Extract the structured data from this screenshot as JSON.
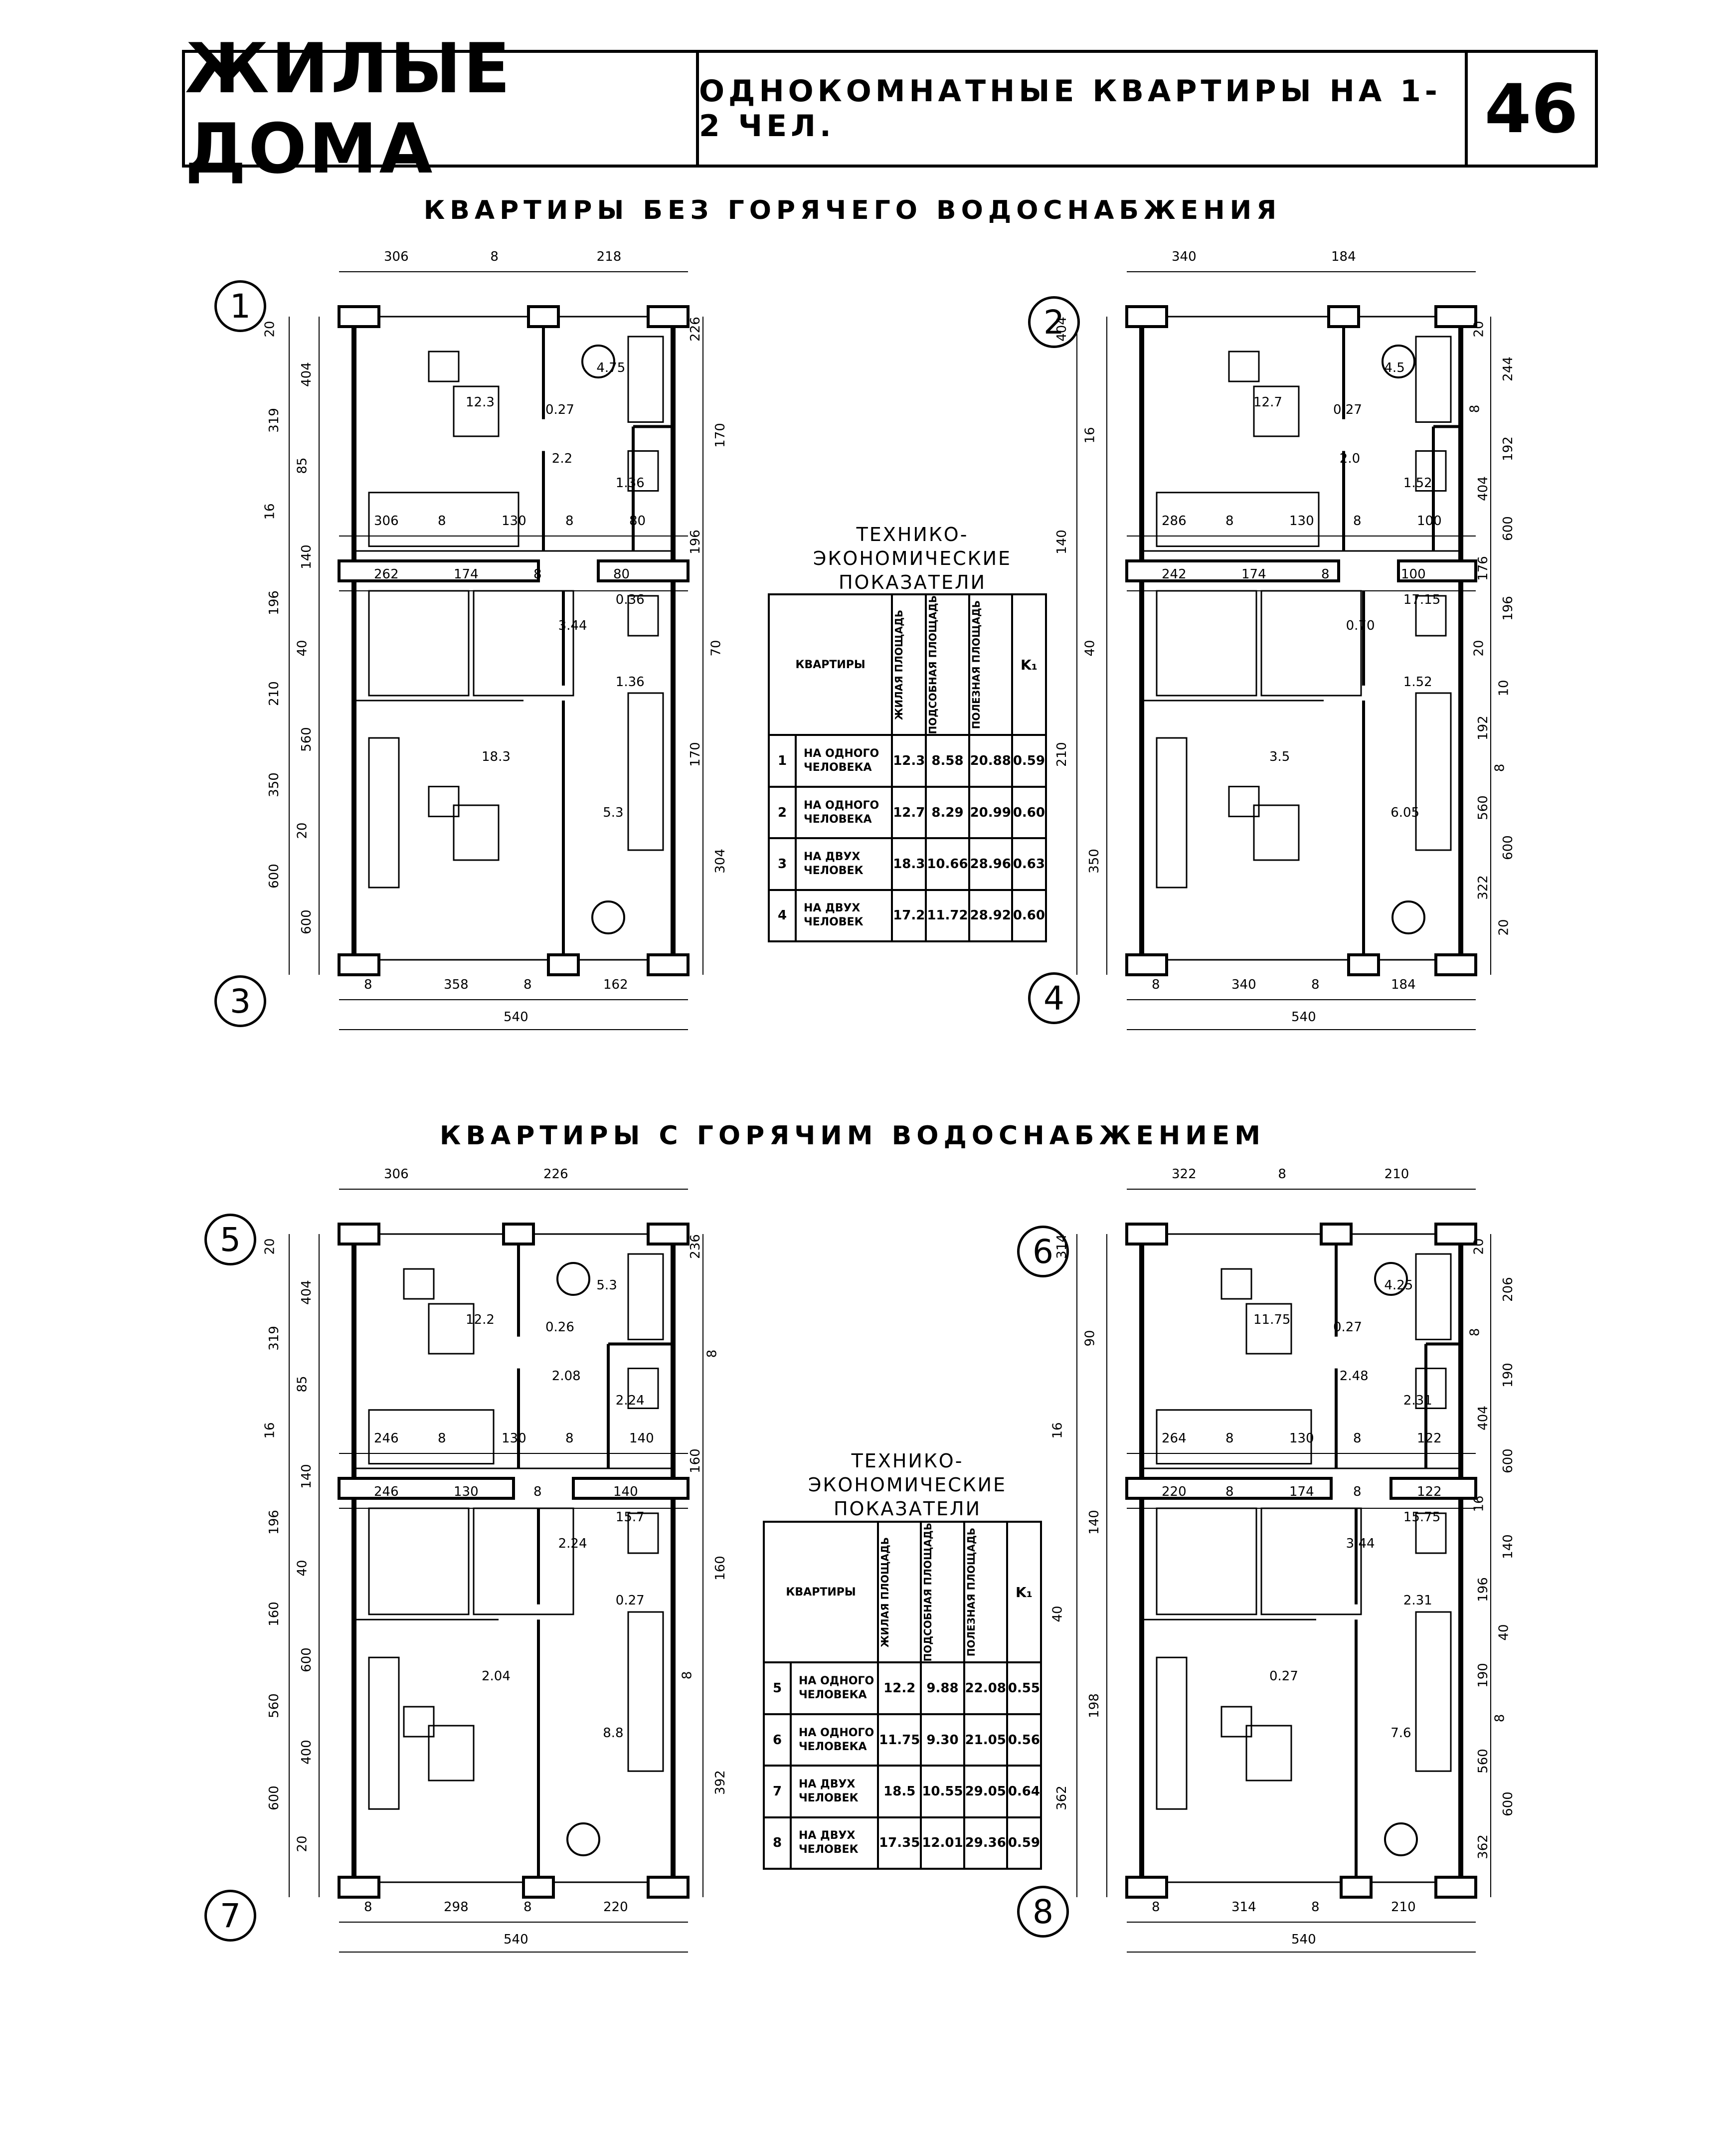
{
  "header": {
    "title": "ЖИЛЫЕ ДОМА",
    "subtitle": "ОДНОКОМНАТНЫЕ КВАРТИРЫ НА 1-2 ЧЕЛ.",
    "page_number": "46"
  },
  "sections": [
    {
      "title": "КВАРТИРЫ БЕЗ ГОРЯЧЕГО ВОДОСНАБЖЕНИЯ"
    },
    {
      "title": "КВАРТИРЫ С ГОРЯЧИМ ВОДОСНАБЖЕНИЕМ"
    }
  ],
  "indicator_tables": [
    {
      "heading_line1": "ТЕХНИКО-ЭКОНОМИЧЕСКИЕ",
      "heading_line2": "ПОКАЗАТЕЛИ",
      "columns": [
        "КВАРТИРЫ",
        "ЖИЛАЯ ПЛОЩАДЬ",
        "ПОДСОБНАЯ ПЛОЩАДЬ",
        "ПОЛЕЗНАЯ ПЛОЩАДЬ",
        "K₁"
      ],
      "rows": [
        {
          "num": "1",
          "occupancy_l1": "НА ОДНОГО",
          "occupancy_l2": "ЧЕЛОВЕКА",
          "living": "12.3",
          "auxiliary": "8.58",
          "useful": "20.88",
          "k1": "0.59"
        },
        {
          "num": "2",
          "occupancy_l1": "НА ОДНОГО",
          "occupancy_l2": "ЧЕЛОВЕКА",
          "living": "12.7",
          "auxiliary": "8.29",
          "useful": "20.99",
          "k1": "0.60"
        },
        {
          "num": "3",
          "occupancy_l1": "НА ДВУХ",
          "occupancy_l2": "ЧЕЛОВЕК",
          "living": "18.3",
          "auxiliary": "10.66",
          "useful": "28.96",
          "k1": "0.63"
        },
        {
          "num": "4",
          "occupancy_l1": "НА ДВУХ",
          "occupancy_l2": "ЧЕЛОВЕК",
          "living": "17.2",
          "auxiliary": "11.72",
          "useful": "28.92",
          "k1": "0.60"
        }
      ]
    },
    {
      "heading_line1": "ТЕХНИКО-ЭКОНОМИЧЕСКИЕ",
      "heading_line2": "ПОКАЗАТЕЛИ",
      "columns": [
        "КВАРТИРЫ",
        "ЖИЛАЯ ПЛОЩАДЬ",
        "ПОДСОБНАЯ ПЛОЩАДЬ",
        "ПОЛЕЗНАЯ ПЛОЩАДЬ",
        "K₁"
      ],
      "rows": [
        {
          "num": "5",
          "occupancy_l1": "НА ОДНОГО",
          "occupancy_l2": "ЧЕЛОВЕКА",
          "living": "12.2",
          "auxiliary": "9.88",
          "useful": "22.08",
          "k1": "0.55"
        },
        {
          "num": "6",
          "occupancy_l1": "НА ОДНОГО",
          "occupancy_l2": "ЧЕЛОВЕКА",
          "living": "11.75",
          "auxiliary": "9.30",
          "useful": "21.05",
          "k1": "0.56"
        },
        {
          "num": "7",
          "occupancy_l1": "НА ДВУХ",
          "occupancy_l2": "ЧЕЛОВЕК",
          "living": "18.5",
          "auxiliary": "10.55",
          "useful": "29.05",
          "k1": "0.64"
        },
        {
          "num": "8",
          "occupancy_l1": "НА ДВУХ",
          "occupancy_l2": "ЧЕЛОВЕК",
          "living": "17.35",
          "auxiliary": "12.01",
          "useful": "29.36",
          "k1": "0.59"
        }
      ]
    }
  ],
  "plan_badges": [
    "1",
    "2",
    "3",
    "4",
    "5",
    "6",
    "7",
    "8"
  ],
  "plan_dimensions": {
    "p1_top": [
      "306",
      "8",
      "218"
    ],
    "p1_mid": [
      "306",
      "8",
      "130",
      "8",
      "80"
    ],
    "p1_mid2": [
      "262",
      "174",
      "8",
      "80"
    ],
    "p1_bottom": [
      "8",
      "358",
      "8",
      "162"
    ],
    "p1_total": "540",
    "p1_left": [
      "20",
      "404",
      "319",
      "85",
      "16",
      "140",
      "196",
      "40",
      "210",
      "560",
      "350",
      "20",
      "600",
      "600"
    ],
    "p1_right": [
      "226",
      "170",
      "196",
      "70",
      "170",
      "304"
    ],
    "p1_rooms": [
      "12.3",
      "4.75",
      "0.27",
      "2.2",
      "1.36",
      "18.3",
      "3.44",
      "1.36",
      "0.36",
      "5.3"
    ],
    "p2_top": [
      "340",
      "184"
    ],
    "p2_mid": [
      "286",
      "8",
      "130",
      "8",
      "100"
    ],
    "p2_mid2": [
      "242",
      "174",
      "8",
      "100"
    ],
    "p2_bottom": [
      "8",
      "340",
      "8",
      "184"
    ],
    "p2_total": "540",
    "p2_left": [
      "404",
      "16",
      "140",
      "40",
      "210",
      "350"
    ],
    "p2_right": [
      "20",
      "244",
      "8",
      "192",
      "404",
      "600",
      "176",
      "196",
      "20",
      "10",
      "192",
      "8",
      "560",
      "600",
      "322",
      "20"
    ],
    "p2_rooms": [
      "12.7",
      "4.5",
      "0.27",
      "2.0",
      "1.52",
      "3.5",
      "0.70",
      "1.52",
      "17.15",
      "6.05"
    ],
    "p3_top": [
      "306",
      "226"
    ],
    "p3_mid": [
      "246",
      "8",
      "130",
      "8",
      "140"
    ],
    "p3_mid2": [
      "246",
      "130",
      "8",
      "140"
    ],
    "p3_bottom": [
      "8",
      "298",
      "8",
      "220"
    ],
    "p3_total": "540",
    "p3_left": [
      "20",
      "404",
      "319",
      "85",
      "16",
      "140",
      "196",
      "40",
      "160",
      "600",
      "560",
      "400",
      "600",
      "20"
    ],
    "p3_right": [
      "236",
      "8",
      "160",
      "160",
      "8",
      "392"
    ],
    "p3_rooms": [
      "12.2",
      "5.3",
      "0.26",
      "2.08",
      "2.24",
      "2.04",
      "2.24",
      "0.27",
      "15.7",
      "8.8"
    ],
    "p4_top": [
      "322",
      "8",
      "210"
    ],
    "p4_mid": [
      "264",
      "8",
      "130",
      "8",
      "122"
    ],
    "p4_mid2": [
      "220",
      "8",
      "174",
      "8",
      "122"
    ],
    "p4_bottom": [
      "8",
      "314",
      "8",
      "210"
    ],
    "p4_total": "540",
    "p4_left": [
      "314",
      "90",
      "16",
      "140",
      "40",
      "198",
      "362"
    ],
    "p4_right": [
      "20",
      "206",
      "8",
      "190",
      "404",
      "600",
      "16",
      "140",
      "196",
      "40",
      "190",
      "8",
      "560",
      "600",
      "362"
    ],
    "p4_rooms": [
      "11.75",
      "4.25",
      "0.27",
      "2.48",
      "2.31",
      "0.27",
      "3.44",
      "2.31",
      "15.75",
      "7.6"
    ]
  },
  "colors": {
    "ink": "#000000",
    "paper": "#ffffff"
  }
}
